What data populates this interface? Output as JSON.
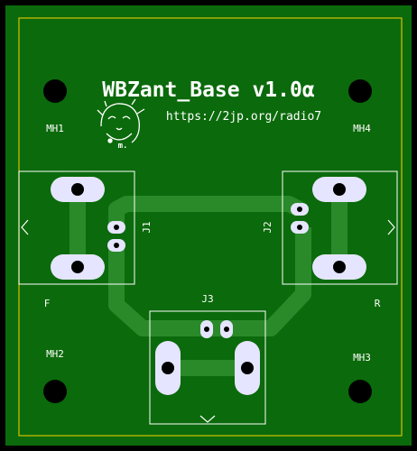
{
  "board": {
    "title": "WBZant_Base v1.0α",
    "url": "https://2jp.org/radio7",
    "logo_text": "m.",
    "colors": {
      "soldermask": "#0b6a0b",
      "copper_trace": "#2a8a2a",
      "silkscreen": "#ffffff",
      "pad_hole": "#000000",
      "background": "#000000"
    }
  },
  "mounting_holes": [
    {
      "label": "MH1"
    },
    {
      "label": "MH4"
    },
    {
      "label": "MH2"
    },
    {
      "label": "MH3"
    }
  ],
  "connectors": [
    {
      "ref": "J1",
      "side_label": "F"
    },
    {
      "ref": "J2",
      "side_label": "R"
    },
    {
      "ref": "J3"
    }
  ]
}
